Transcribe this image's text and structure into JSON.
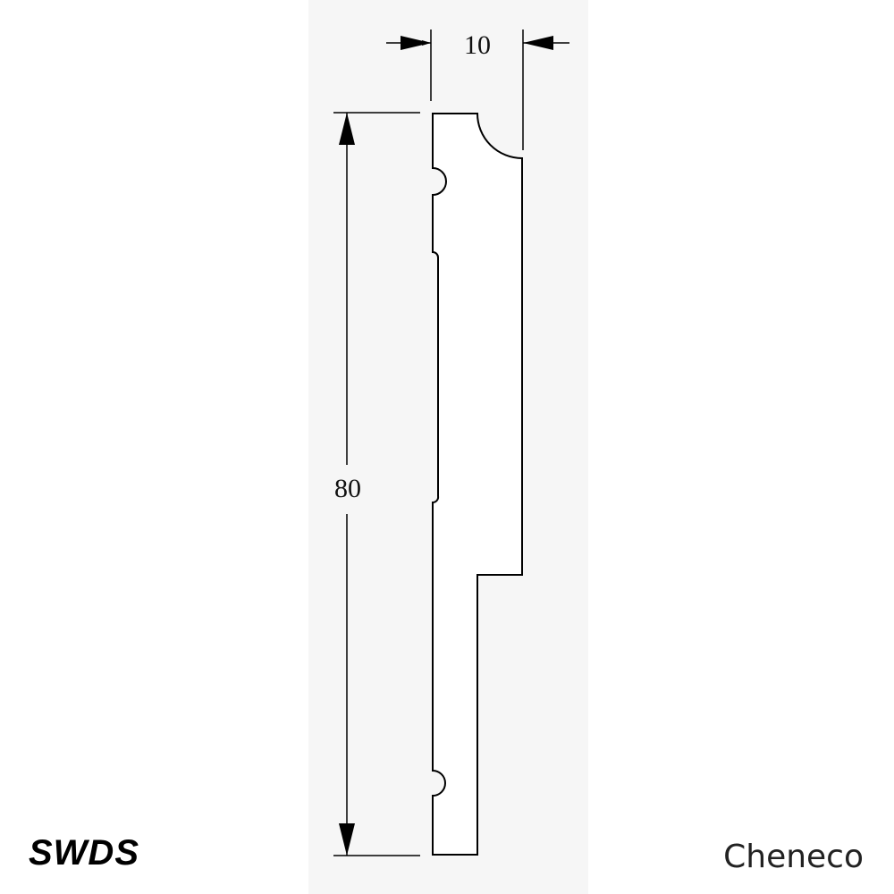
{
  "drawing": {
    "dimensions": {
      "width_label": "10",
      "height_label": "80"
    },
    "colors": {
      "line": "#000000",
      "sheet_background": "#f6f6f6"
    }
  },
  "footer": {
    "code": "SWDS",
    "brand": "Cheneco"
  }
}
